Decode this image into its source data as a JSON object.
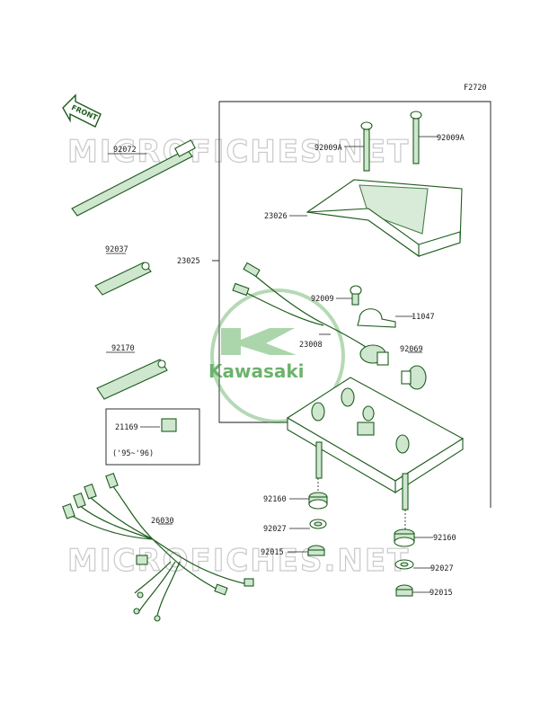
{
  "figure_code": "F2720",
  "front_label": "FRONT",
  "watermark_text": "MICROFICHES.NET",
  "logo_text": "Kawasaki",
  "date_note": "('95~'96)",
  "parts": {
    "p92072": "92072",
    "p92037": "92037",
    "p92170": "92170",
    "p21169": "21169",
    "p26030": "26030",
    "p23025": "23025",
    "p92009A_1": "92009A",
    "p92009A_2": "92009A",
    "p23026": "23026",
    "p92009": "92009",
    "p11047": "11047",
    "p23008": "23008",
    "p92069": "92069",
    "p92160_1": "92160",
    "p92160_2": "92160",
    "p92027_1": "92027",
    "p92027_2": "92027",
    "p92015_1": "92015",
    "p92015_2": "92015"
  },
  "colors": {
    "part_stroke": "#1c5c1c",
    "logo_green": "#3c9a3c",
    "watermark": "#c9c9c9"
  }
}
